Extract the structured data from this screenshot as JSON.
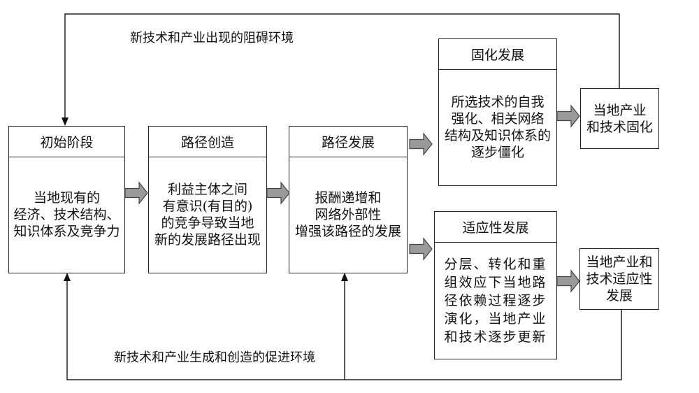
{
  "diagram": {
    "top_feedback_label": "新技术和产业出现的阻碍环境",
    "bottom_feedback_label": "新技术和产业生成和创造的促进环境",
    "stages": [
      {
        "id": "initial",
        "title": "初始阶段",
        "body": "当地现有的\n经济、技术结构、\n知识体系及竞争力"
      },
      {
        "id": "creation",
        "title": "路径创造",
        "body": "利益主体之间\n有意识(有目的)\n的竞争导致当地\n新的发展路径出现"
      },
      {
        "id": "development",
        "title": "路径发展",
        "body": "报酬递增和\n网络外部性\n增强该路径的发展"
      },
      {
        "id": "lock-in",
        "title": "固化发展",
        "body": "所选技术的自我\n强化、相关网络\n结构及知识体系的\n逐步僵化"
      },
      {
        "id": "adaptive",
        "title": "适应性发展",
        "body": "分层、转化和重\n组效应下当地路\n径依赖过程逐步\n演化，当地产业\n和技术逐步更新"
      }
    ],
    "outcomes": [
      {
        "id": "lock-in-outcome",
        "text": "当地产业\n和技术固化"
      },
      {
        "id": "adaptive-outcome",
        "text": "当地产业和\n技术适应性\n发展"
      }
    ],
    "colors": {
      "line": "#222222",
      "arrow_fill": "#9a9a9a",
      "arrow_stroke": "#444444"
    }
  }
}
